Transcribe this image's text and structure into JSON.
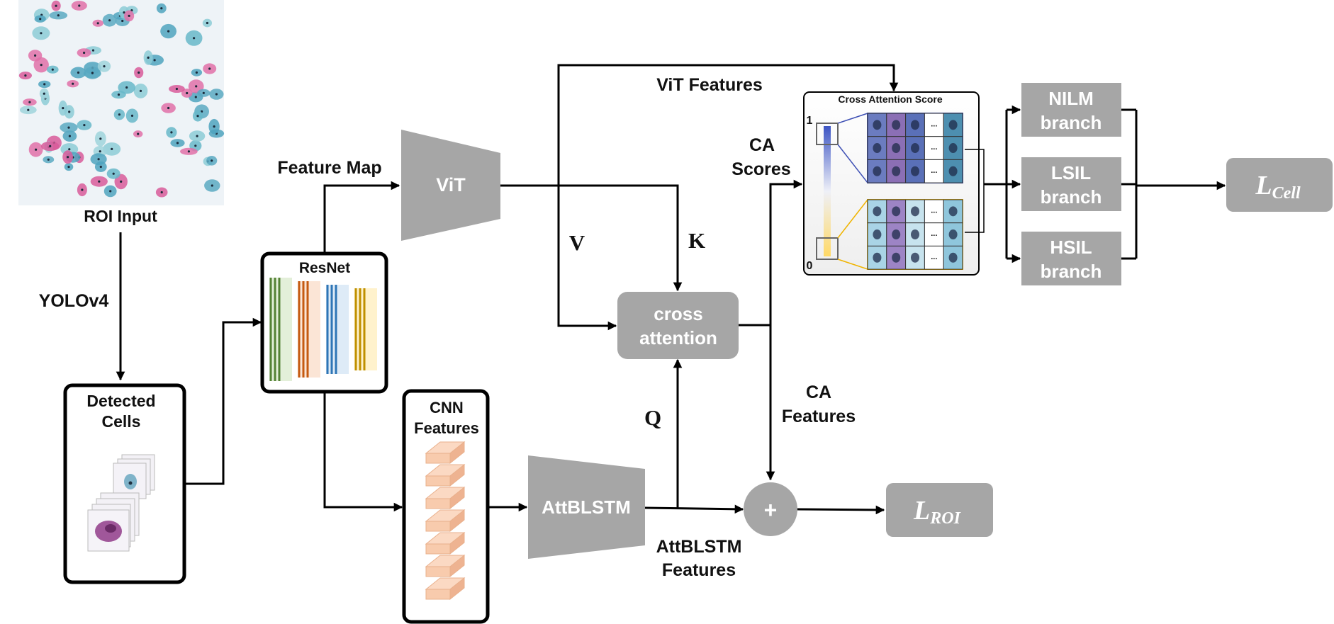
{
  "roi_input": {
    "label": "ROI Input"
  },
  "yolo_label": "YOLOv4",
  "detected_cells": {
    "label_line1": "Detected",
    "label_line2": "Cells"
  },
  "resnet": {
    "label": "ResNet"
  },
  "feature_map_label": "Feature Map",
  "vit": {
    "label": "ViT"
  },
  "vit_features_label": "ViT Features",
  "cnn_features": {
    "label_line1": "CNN",
    "label_line2": "Features"
  },
  "attblstm": {
    "label": "AttBLSTM"
  },
  "attblstm_features": {
    "line1": "AttBLSTM",
    "line2": "Features"
  },
  "cross_attention": {
    "line1": "cross",
    "line2": "attention"
  },
  "attention_inputs": {
    "v": "V",
    "k": "K",
    "q": "Q"
  },
  "ca_scores": {
    "line1": "CA",
    "line2": "Scores"
  },
  "ca_features": {
    "line1": "CA",
    "line2": "Features"
  },
  "fusion": {
    "symbol": "+"
  },
  "loss_roi": {
    "base": "L",
    "sub": "ROI"
  },
  "loss_cell": {
    "base": "L",
    "sub": "Cell"
  },
  "cross_attention_score": {
    "title": "Cross Attention Score",
    "scale_max": "1",
    "scale_min": "0",
    "ellipsis": "..."
  },
  "branches": [
    {
      "line1": "NILM",
      "line2": "branch"
    },
    {
      "line1": "LSIL",
      "line2": "branch"
    },
    {
      "line1": "HSIL",
      "line2": "branch"
    }
  ],
  "colors": {
    "gray_block": "#a6a6a6",
    "resnet_bands": [
      "#e3efd9",
      "#fbe5d6",
      "#deebf7",
      "#fff2cc"
    ],
    "resnet_lines": [
      "#548235",
      "#c55a11",
      "#2e75b6",
      "#bf9000"
    ],
    "cnn_block": "#f8cbad",
    "scale_top": "#3d55c4",
    "scale_bottom": "#ffd966",
    "high_box_border": "#3f51b5",
    "low_box_border": "#f0b400"
  }
}
